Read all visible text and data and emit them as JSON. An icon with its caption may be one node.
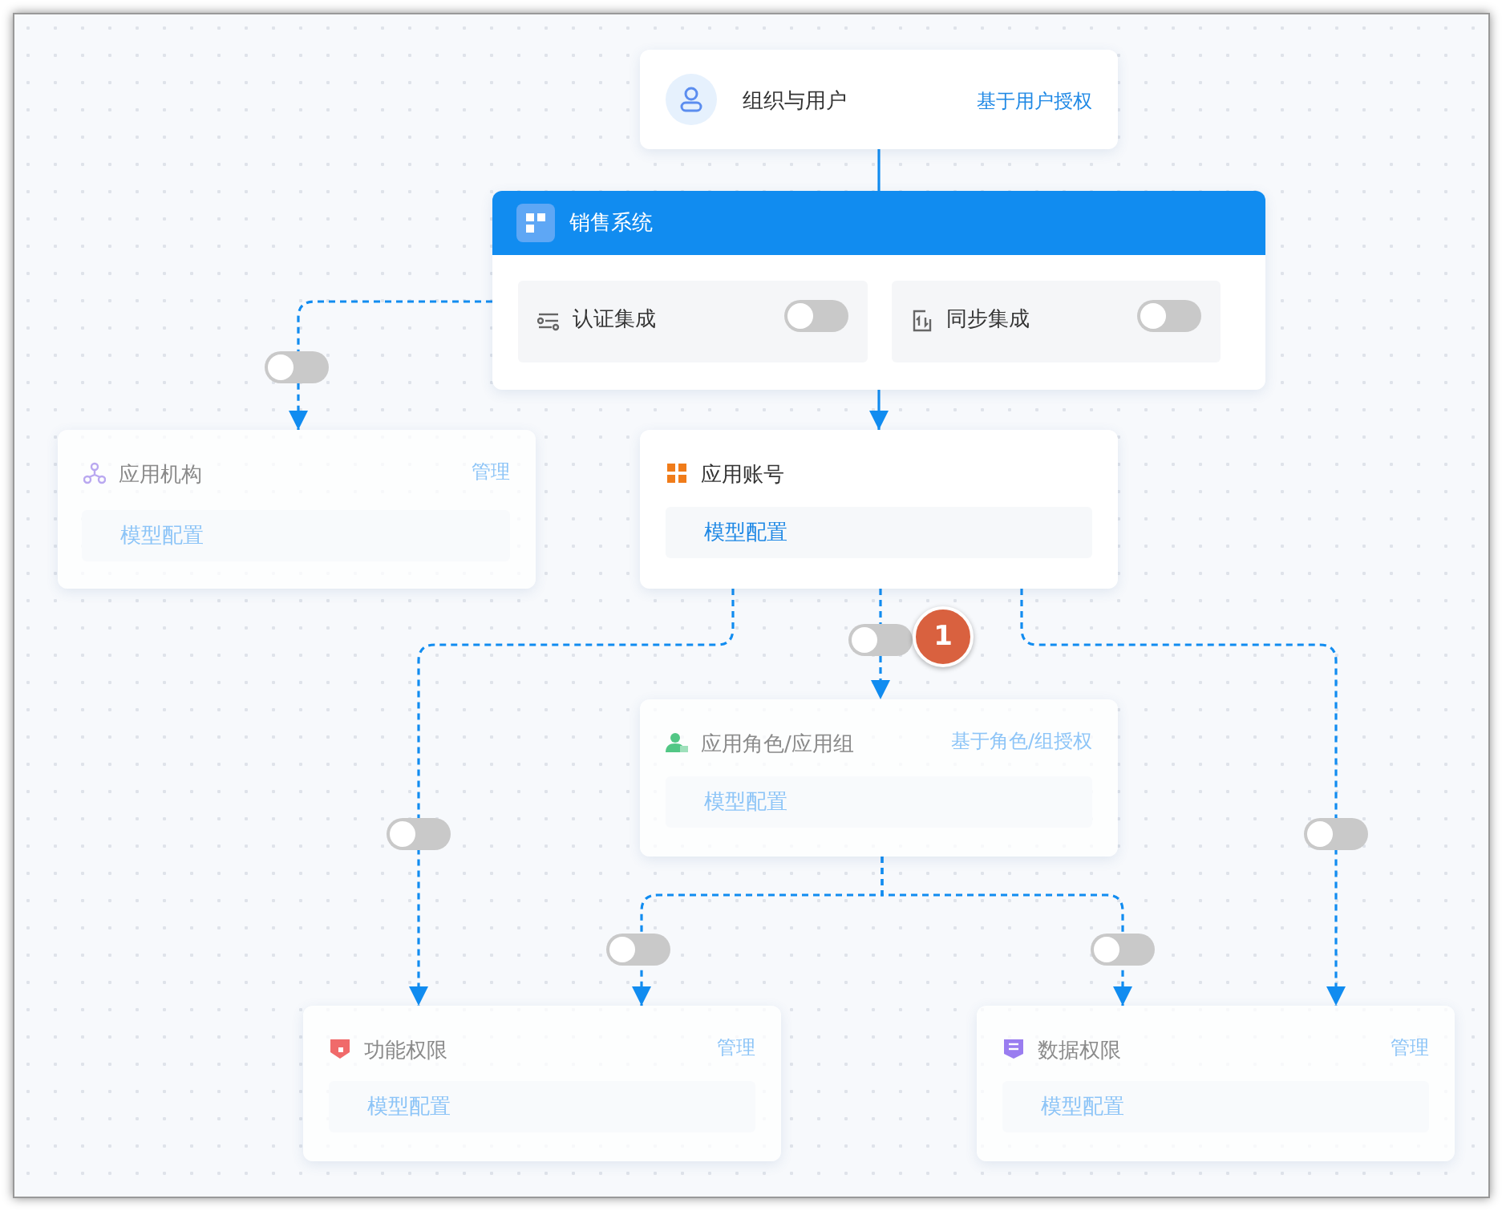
{
  "diagram": {
    "nodes": [
      {
        "text": [
          "组织与用户",
          "基于用户授权"
        ]
      },
      {
        "text": [
          "销售系统"
        ]
      },
      {
        "text": [
          "认证集成"
        ],
        "in": 1
      },
      {
        "text": [
          "同步集成"
        ],
        "in": 1
      },
      {
        "text": [
          "应用机构",
          "管理"
        ]
      },
      {
        "text": [
          "模型配置"
        ],
        "in": 4
      },
      {
        "text": [
          "应用账号"
        ]
      },
      {
        "text": [
          "模型配置"
        ],
        "in": 6
      },
      {
        "text": [
          "应用角色/应用组",
          "基于角色/组授权"
        ]
      },
      {
        "text": [
          "模型配置"
        ],
        "in": 8
      },
      {
        "text": [
          "功能权限",
          "管理"
        ]
      },
      {
        "text": [
          "模型配置"
        ],
        "in": 10
      },
      {
        "text": [
          "数据权限",
          "管理"
        ]
      },
      {
        "text": [
          "模型配置"
        ],
        "in": 12
      }
    ],
    "edges": [
      {
        "from": 0,
        "to": 1,
        "arrow": "none"
      },
      {
        "from": 1,
        "to": 4,
        "arrow": "to",
        "style": "dashed"
      },
      {
        "from": 1,
        "to": 6,
        "arrow": "to"
      },
      {
        "from": 6,
        "to": 10,
        "arrow": "to",
        "style": "dashed"
      },
      {
        "from": 6,
        "to": 8,
        "arrow": "to",
        "style": "dashed"
      },
      {
        "from": 6,
        "to": 12,
        "arrow": "to",
        "style": "dashed"
      },
      {
        "from": 8,
        "to": 10,
        "arrow": "to",
        "style": "dashed"
      },
      {
        "from": 8,
        "to": 12,
        "arrow": "to",
        "style": "dashed"
      }
    ],
    "labels": [
      "1"
    ]
  }
}
